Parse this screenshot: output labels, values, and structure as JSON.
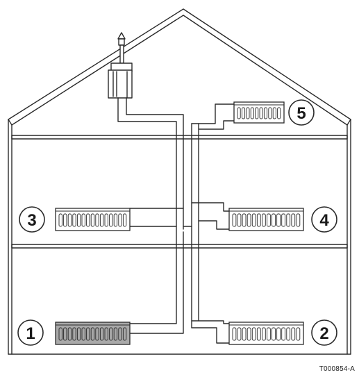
{
  "figure": {
    "reference_code": "T000854-A"
  },
  "colors": {
    "line": "#2a2a2a",
    "background": "#ffffff",
    "heated_radiator_fill": "#a9a9a9",
    "radiator_fill": "#ffffff"
  },
  "radiators": [
    {
      "label": "1",
      "state": "heated"
    },
    {
      "label": "2",
      "state": "unheated"
    },
    {
      "label": "3",
      "state": "unheated"
    },
    {
      "label": "4",
      "state": "unheated"
    },
    {
      "label": "5",
      "state": "unheated"
    }
  ],
  "icons": {
    "boiler": "boiler-icon",
    "flue": "flue-icon"
  }
}
